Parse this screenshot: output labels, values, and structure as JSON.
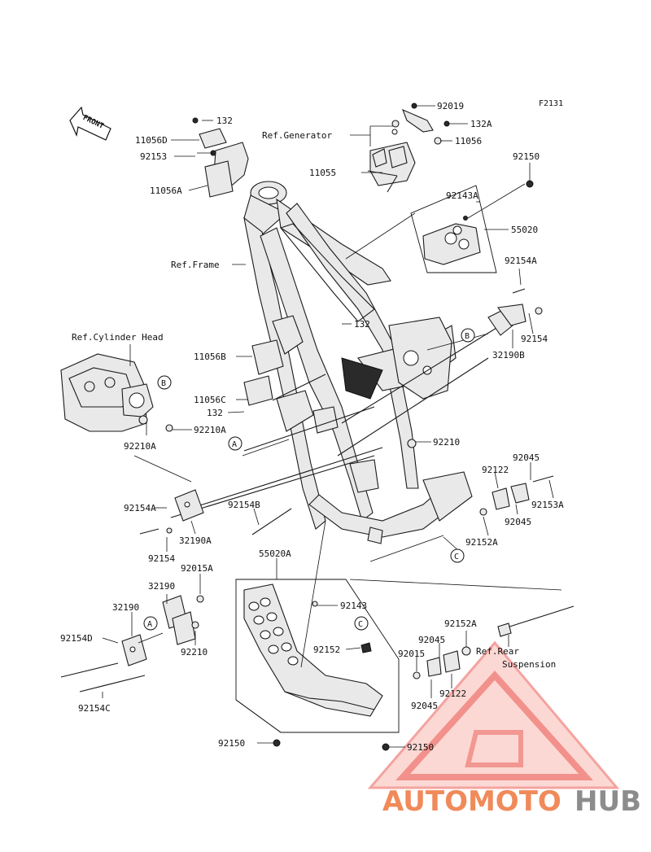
{
  "figure_code": "F2131",
  "front_label": "FRONT",
  "refs": {
    "generator": "Ref.Generator",
    "frame": "Ref.Frame",
    "cylinder_head": "Ref.Cylinder Head",
    "rear_suspension_line1": "Ref.Rear",
    "rear_suspension_line2": "Suspension"
  },
  "callouts": {
    "A": "A",
    "B": "B",
    "C": "C"
  },
  "parts": {
    "p132_top": "132",
    "p11056D": "11056D",
    "p92153": "92153",
    "p11056A": "11056A",
    "p92019": "92019",
    "p132A": "132A",
    "p11056": "11056",
    "p11055": "11055",
    "p92150_top": "92150",
    "p92143A": "92143A",
    "p55020": "55020",
    "p92154A_right": "92154A",
    "p132_mid": "132",
    "p92154_right": "92154",
    "p32190B": "32190B",
    "p11056B": "11056B",
    "p11056C": "11056C",
    "p132_low": "132",
    "p92210A_right": "92210A",
    "p92210A_left": "92210A",
    "p92210": "92210",
    "p92045_top": "92045",
    "p92122_top": "92122",
    "p92153A": "92153A",
    "p92045_mid": "92045",
    "p92152A_mid": "92152A",
    "p92154A_left": "92154A",
    "p92154B": "92154B",
    "p32190A": "32190A",
    "p92154_left": "92154",
    "p55020A": "55020A",
    "p92015A": "92015A",
    "p32190_upper": "32190",
    "p32190_lower": "32190",
    "p92143": "92143",
    "p92152": "92152",
    "p92152A_low": "92152A",
    "p92045_low": "92045",
    "p92015": "92015",
    "p92122_low": "92122",
    "p92045_bottom": "92045",
    "p92210_low": "92210",
    "p92154D": "92154D",
    "p92154C": "92154C",
    "p92150_left": "92150",
    "p92150_right": "92150"
  },
  "watermark": {
    "text_red": "AUTOMOTO",
    "text_gray": "HUB",
    "color_red": "#e8453c",
    "color_orange": "#f5a05a",
    "color_gray": "#8c8c8c"
  }
}
